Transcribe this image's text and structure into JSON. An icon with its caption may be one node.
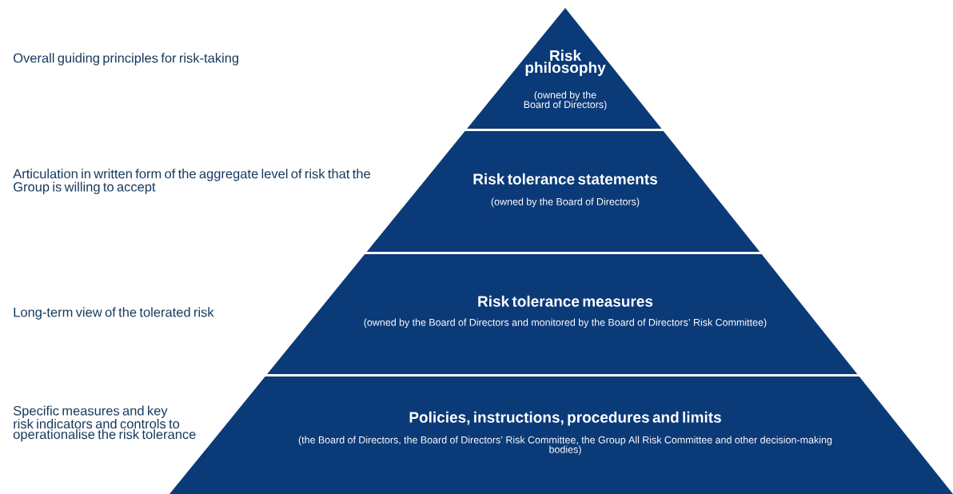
{
  "diagram": {
    "nodes": [
      {
        "text": [
          "Risk philosophy",
          "(owned by the Board of Directors)"
        ]
      },
      {
        "text": [
          "Risk tolerance statements",
          "(owned by the Board of Directors)"
        ]
      },
      {
        "text": [
          "Risk tolerance measures",
          "(owned by the Board of Directors and monitored by the Board of Directors’ Risk Committee)"
        ]
      },
      {
        "text": [
          "Policies, instructions, procedures and limits",
          "(the Board of Directors, the Board of Directors’  Risk Committee, the Group All Risk Committee and other decision-making bodies)"
        ]
      }
    ],
    "labels": [
      "Overall guiding principles for risk-taking",
      "Articulation in written form of the aggregate level of risk that the Group is willing to accept",
      "Long-term view of the tolerated risk",
      "Specific measures and key risk indicators and controls to operationalise the risk tolerance"
    ]
  }
}
